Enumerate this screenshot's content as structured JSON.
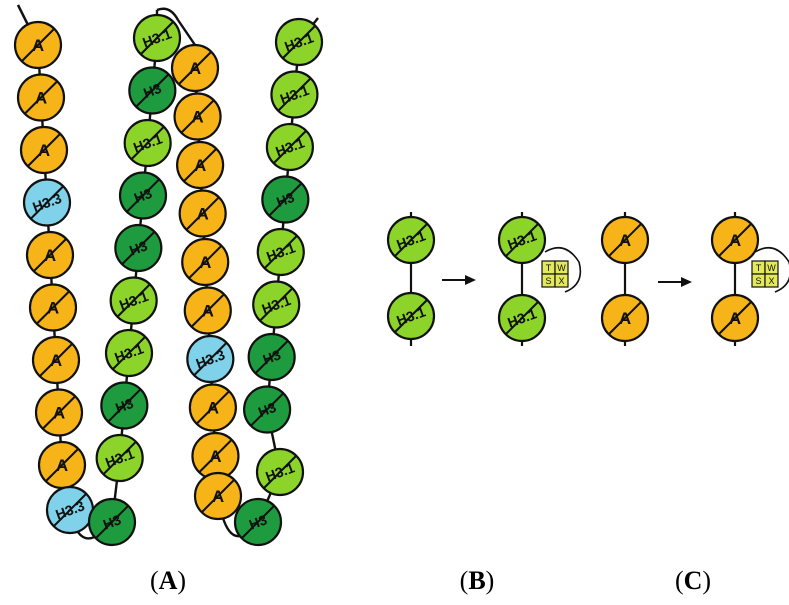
{
  "colors": {
    "A": "#f7b418",
    "H3": "#1e9b3e",
    "H3.1": "#8cd42a",
    "H3.3": "#7fd2ea",
    "quad": "#e3e95a",
    "stroke": "#111111",
    "arrow": "#111111"
  },
  "chains": [
    {
      "id": "a1",
      "beads": [
        "A",
        "A",
        "A",
        "H3.3",
        "A",
        "A",
        "A",
        "A",
        "A",
        "H3.3"
      ]
    },
    {
      "id": "a2",
      "beads": [
        "H3.1",
        "H3",
        "H3.1",
        "H3",
        "H3",
        "H3.1",
        "H3.1",
        "H3",
        "H3.1",
        "H3"
      ]
    },
    {
      "id": "a3",
      "beads": [
        "A",
        "A",
        "A",
        "A",
        "A",
        "A",
        "H3.3",
        "A",
        "A",
        "A"
      ]
    },
    {
      "id": "a4",
      "beads": [
        "H3.1",
        "H3.1",
        "H3.1",
        "H3",
        "H3.1",
        "H3.1",
        "H3",
        "H3",
        "H3.1",
        "H3"
      ]
    }
  ],
  "panel_b": {
    "left_top": "H3.1",
    "left_bottom": "H3.1",
    "right_top": "H3.1",
    "right_bottom": "H3.1"
  },
  "panel_c": {
    "left_top": "A",
    "left_bottom": "A",
    "right_top": "A",
    "right_bottom": "A"
  },
  "quad_letters": [
    "T",
    "W",
    "S",
    "X"
  ],
  "panel_labels": [
    {
      "open": "(",
      "letter": "A",
      "close": ")"
    },
    {
      "open": "(",
      "letter": "B",
      "close": ")"
    },
    {
      "open": "(",
      "letter": "C",
      "close": ")"
    }
  ]
}
